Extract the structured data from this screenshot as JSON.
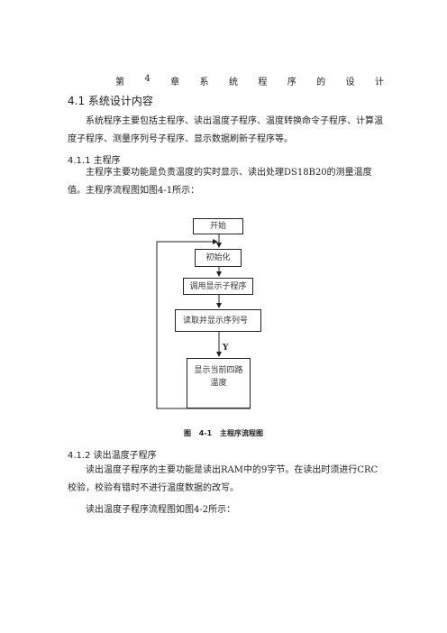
{
  "chapter": {
    "chars": [
      "第",
      "4",
      "章",
      "系",
      "统",
      "程",
      "序",
      "的",
      "设",
      "计"
    ]
  },
  "section": {
    "title": "4.1  系统设计内容",
    "intro": "系统程序主要包括主程序、读出温度子程序、温度转换命令子程序、计算温度子程序、测量序列号子程序、显示数据刷新子程序等。"
  },
  "sub1": {
    "title": "4.1.1 主程序",
    "text": "主程序主要功能是负责温度的实时显示、读出处理DS18B20的测量温度值。主程序流程图如图4-1所示："
  },
  "flowchart": {
    "start": "开始",
    "init": "初始化",
    "call_display": "调用显示子程序",
    "read_display": "读取并显示序列号",
    "yes_label": "Y",
    "show_temp_line1": "显示当前四路",
    "show_temp_line2": "温度",
    "caption": "图 4-1  主程序流程图"
  },
  "sub2": {
    "title": "4.1.2 读出温度子程序",
    "text1": "读出温度子程序的主要功能是读出RAM中的9字节。在读出时须进行CRC校验，校验有错时不进行温度数据的改写。",
    "text2": "读出温度子程序流程图如图4-2所示："
  }
}
